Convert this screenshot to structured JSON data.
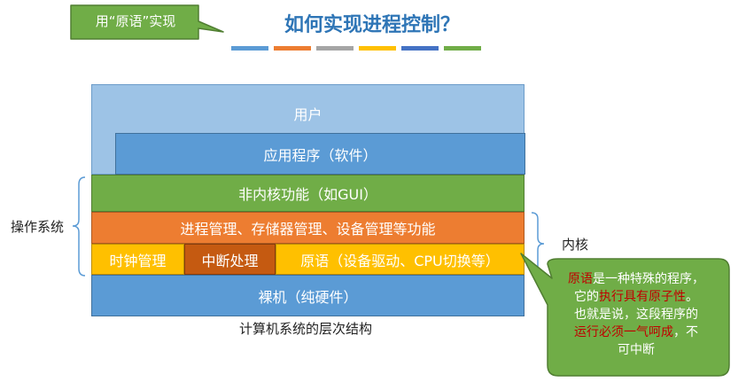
{
  "title": "如何实现进程控制？",
  "color_strip": [
    "#5b9bd5",
    "#ed7d31",
    "#a5a5a5",
    "#ffc000",
    "#4472c4",
    "#70ad47"
  ],
  "callout_top": {
    "text": "用“原语”实现"
  },
  "layers": {
    "user": "用户",
    "app": "应用程序（软件）",
    "non_kernel": "非内核功能（如GUI）",
    "management": "进程管理、存储器管理、设备管理等功能",
    "clock": "时钟管理",
    "interrupt": "中断处理",
    "primitive": "原语（设备驱动、CPU切换等）",
    "hardware": "裸机（纯硬件）"
  },
  "caption": "计算机系统的层次结构",
  "labels": {
    "os": "操作系统",
    "kernel": "内核"
  },
  "callout_right": {
    "line1_red": "原语",
    "line1_rest": "是一种特殊的程序，",
    "line2_pre": "它的",
    "line2_red": "执行具有原子性",
    "line2_post": "。",
    "line3": "也就是说，这段程序的",
    "line4_red": "运行必须一气呵成",
    "line4_rest": "，不",
    "line5": "可中断"
  },
  "colors": {
    "title": "#2e75b6",
    "callout_fill": "#70ad47",
    "callout_border": "#507e32",
    "highlight_red": "#c00000"
  }
}
